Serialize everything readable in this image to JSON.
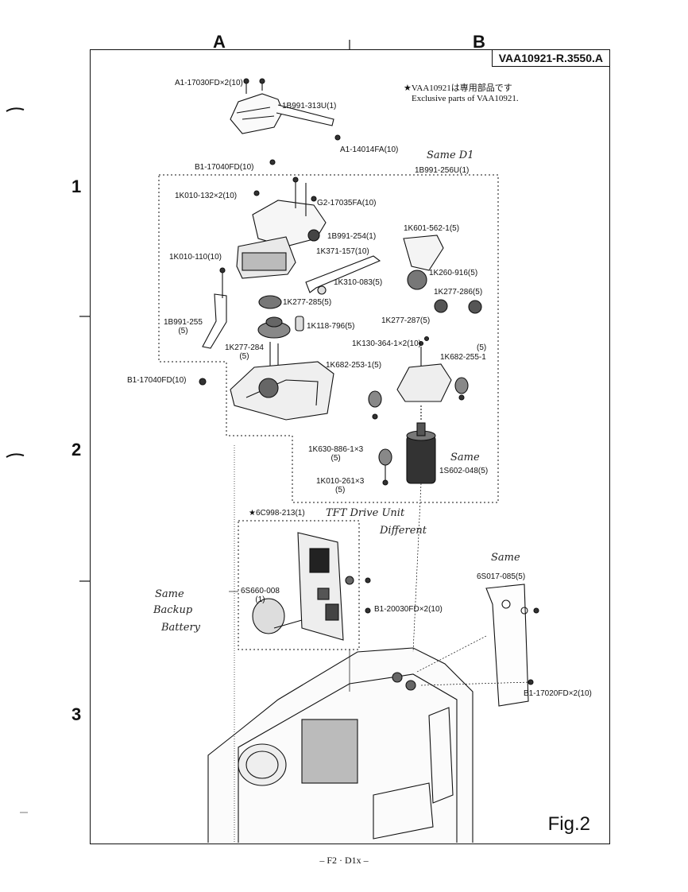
{
  "columns": [
    "A",
    "B"
  ],
  "rows": [
    "1",
    "2",
    "3"
  ],
  "document_id": "VAA10921-R.3550.A",
  "note": {
    "jp": "★VAA10921は専用部品です",
    "en": "Exclusive parts of VAA10921."
  },
  "figure_label": "Fig.2",
  "footer": "– F2 · D1x –",
  "handwritten": {
    "same_d1": "Same D1",
    "tft_line1": "TFT Drive Unit",
    "tft_line2": "Different",
    "same_right": "Same",
    "same_motor": "Same",
    "backup_line1": "Same",
    "backup_line2": "Backup",
    "backup_line3": "Battery"
  },
  "labels": {
    "l01": "A1-17030FD×2(10)",
    "l02": "1B991-313U(1)",
    "l03": "A1-14014FA(10)",
    "l04": "B1-17040FD(10)",
    "l05": "1B991-256U(1)",
    "l06": "1K010-132×2(10)",
    "l07": "G2-17035FA(10)",
    "l08": "1B991-254(1)",
    "l09": "1K601-562-1(5)",
    "l10": "1K371-157(10)",
    "l11": "1K010-110(10)",
    "l12": "1K310-083(5)",
    "l13": "1K260-916(5)",
    "l14": "1K277-285(5)",
    "l15": "1K277-286(5)",
    "l16": "1B991-255",
    "l16b": "(5)",
    "l17": "1K118-796(5)",
    "l18": "1K277-287(5)",
    "l19": "1K130-364-1×2(10)",
    "l20": "1K277-284",
    "l20b": "(5)",
    "l21": "(5)",
    "l22": "1K682-255-1",
    "l23": "1K682-253-1(5)",
    "l24": "B1-17040FD(10)",
    "l25": "1K630-886-1×3",
    "l25b": "(5)",
    "l26": "1S602-048(5)",
    "l27": "1K010-261×3",
    "l27b": "(5)",
    "l28": "★6C998-213(1)",
    "l29": "6S017-085(5)",
    "l30": "6S660-008",
    "l30b": "(1)",
    "l31": "B1-20030FD×2(10)",
    "l32": "B1-17020FD×2(10)"
  }
}
